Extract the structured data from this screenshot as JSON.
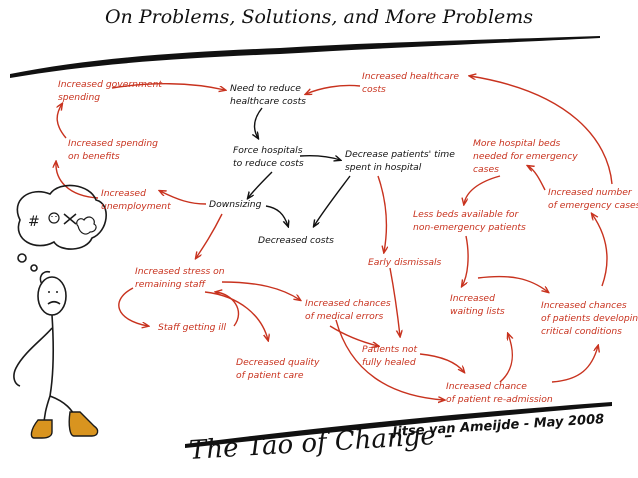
{
  "title": "On Problems, Solutions, and More Problems",
  "nodes": {
    "increased_gov_spending": "Increased government\nspending",
    "need_to_reduce": "Need to reduce\nhealthcare costs",
    "increased_healthcare_costs": "Increased healthcare\ncosts",
    "increased_spending_benefits": "Increased spending\non benefits",
    "force_hospitals": "Force hospitals\nto reduce costs",
    "decrease_patients_time": "Decrease patients' time\nspent in hospital",
    "more_hospital_beds": "More hospital beds\nneeded for emergency\ncases",
    "increased_unemployment": "Increased\nunemployment",
    "downsizing": "Downsizing",
    "increased_emergency_cases": "Increased number\nof emergency cases",
    "less_beds": "Less beds available for\nnon-emergency patients",
    "decreased_costs": "Decreased costs",
    "early_dismissals": "Early dismissals",
    "increased_stress": "Increased stress on\nremaining staff",
    "increased_waiting": "Increased\nwaiting lists",
    "increased_chances_errors": "Increased chances\nof medical errors",
    "increased_chances_critical": "Increased chances\nof patients developing\ncritical conditions",
    "staff_ill": "Staff getting ill",
    "patients_not_healed": "Patients not\nfully healed",
    "decreased_quality": "Decreased quality\nof patient care",
    "readmission": "Increased chance\nof patient re-admission"
  },
  "banner": {
    "title": "The Tao of Change -",
    "author": "Jitse van Ameijde - May 2008"
  },
  "colors": {
    "arrow_red": "#c8321e",
    "text_black": "#111111",
    "boot": "#d9941f",
    "stroke_black": "#1a1a1a"
  },
  "icons": [
    "thinking-cloud-icon",
    "skull-icon",
    "crossbones-icon",
    "hash-symbol-icon",
    "stick-figure-icon"
  ]
}
